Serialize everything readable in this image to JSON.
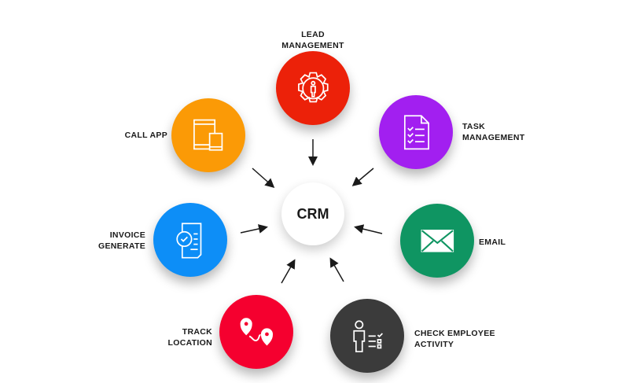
{
  "center": {
    "label": "CRM"
  },
  "nodes": [
    {
      "id": "lead",
      "lines": [
        "LEAD",
        "MANAGEMENT"
      ],
      "color": "#ec2109",
      "icon": "gear-person-icon"
    },
    {
      "id": "call",
      "lines": [
        "CALL APP"
      ],
      "color": "#fb9a06",
      "icon": "tablet-phone-icon"
    },
    {
      "id": "task",
      "lines": [
        "TASK",
        "MANAGEMENT"
      ],
      "color": "#a21ff0",
      "icon": "checklist-document-icon"
    },
    {
      "id": "invoice",
      "lines": [
        "INVOICE",
        "GENERATE"
      ],
      "color": "#0d8ef7",
      "icon": "invoice-check-icon"
    },
    {
      "id": "email",
      "lines": [
        "EMAIL"
      ],
      "color": "#0f9562",
      "icon": "envelope-icon"
    },
    {
      "id": "track",
      "lines": [
        "TRACK",
        "LOCATION"
      ],
      "color": "#f5002f",
      "icon": "location-route-icon"
    },
    {
      "id": "check",
      "lines": [
        "CHECK EMPLOYEE",
        "ACTIVITY"
      ],
      "color": "#3b3b3b",
      "icon": "employee-checklist-icon"
    }
  ]
}
